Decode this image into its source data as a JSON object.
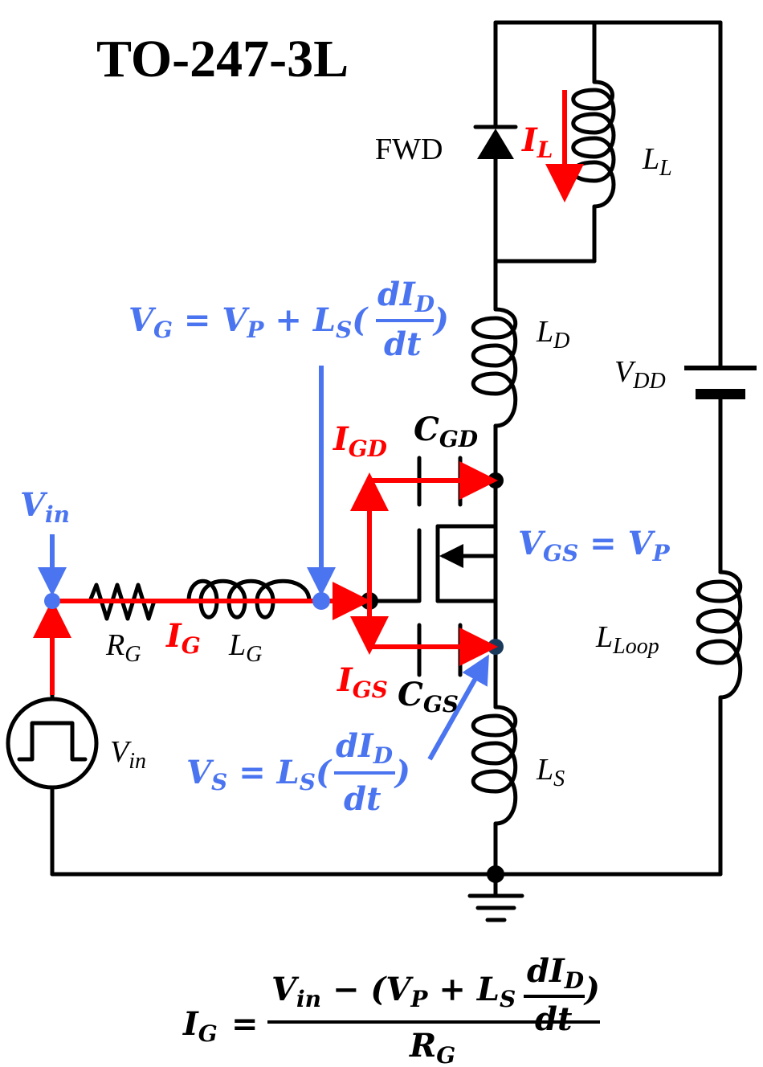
{
  "title": "TO-247-3L",
  "components": {
    "fwd": "FWD",
    "l_l": {
      "main": "L",
      "sub": "L"
    },
    "l_d": {
      "main": "L",
      "sub": "D"
    },
    "v_dd": {
      "main": "V",
      "sub": "DD"
    },
    "l_loop": {
      "main": "L",
      "sub": "Loop"
    },
    "l_s": {
      "main": "L",
      "sub": "S"
    },
    "l_g": {
      "main": "L",
      "sub": "G"
    },
    "r_g": {
      "main": "R",
      "sub": "G"
    },
    "v_in_source": {
      "main": "V",
      "sub": "in"
    },
    "c_gd": {
      "main": "C",
      "sub": "GD"
    },
    "c_gs": {
      "main": "C",
      "sub": "GS"
    }
  },
  "currents": {
    "i_l": {
      "main": "I",
      "sub": "L"
    },
    "i_g": {
      "main": "I",
      "sub": "G"
    },
    "i_gd": {
      "main": "I",
      "sub": "GD"
    },
    "i_gs": {
      "main": "I",
      "sub": "GS"
    }
  },
  "annotations": {
    "v_in_node": {
      "main": "V",
      "sub": "in"
    },
    "vg_eq": {
      "lhs": "V",
      "lhs_sub": "G",
      "eq": " = ",
      "vp": "V",
      "vp_sub": "P",
      "plus": " + ",
      "ls": "L",
      "ls_sub": "S",
      "paren_open": "(",
      "num": "dI",
      "num_sub": "D",
      "den": "dt",
      "paren_close": ")"
    },
    "vgs_eq": {
      "lhs": "V",
      "lhs_sub": "GS",
      "eq": " = ",
      "rhs": "V",
      "rhs_sub": "P"
    },
    "vs_eq": {
      "lhs": "V",
      "lhs_sub": "S",
      "eq": " = ",
      "ls": "L",
      "ls_sub": "S",
      "paren_open": "(",
      "num": "dI",
      "num_sub": "D",
      "den": "dt",
      "paren_close": ")"
    }
  },
  "formula": {
    "lhs": "I",
    "lhs_sub": "G",
    "eq": "=",
    "num_a": "V",
    "num_a_sub": "in",
    "minus": " − (",
    "vp": "V",
    "vp_sub": "P",
    "plus": " + ",
    "ls": "L",
    "ls_sub": "S",
    "frac_num": "dI",
    "frac_num_sub": "D",
    "frac_den": "dt",
    "close": ")",
    "den": "R",
    "den_sub": "G"
  },
  "colors": {
    "red": "#ff0000",
    "blue": "#4a74f0",
    "wire": "#000000"
  }
}
